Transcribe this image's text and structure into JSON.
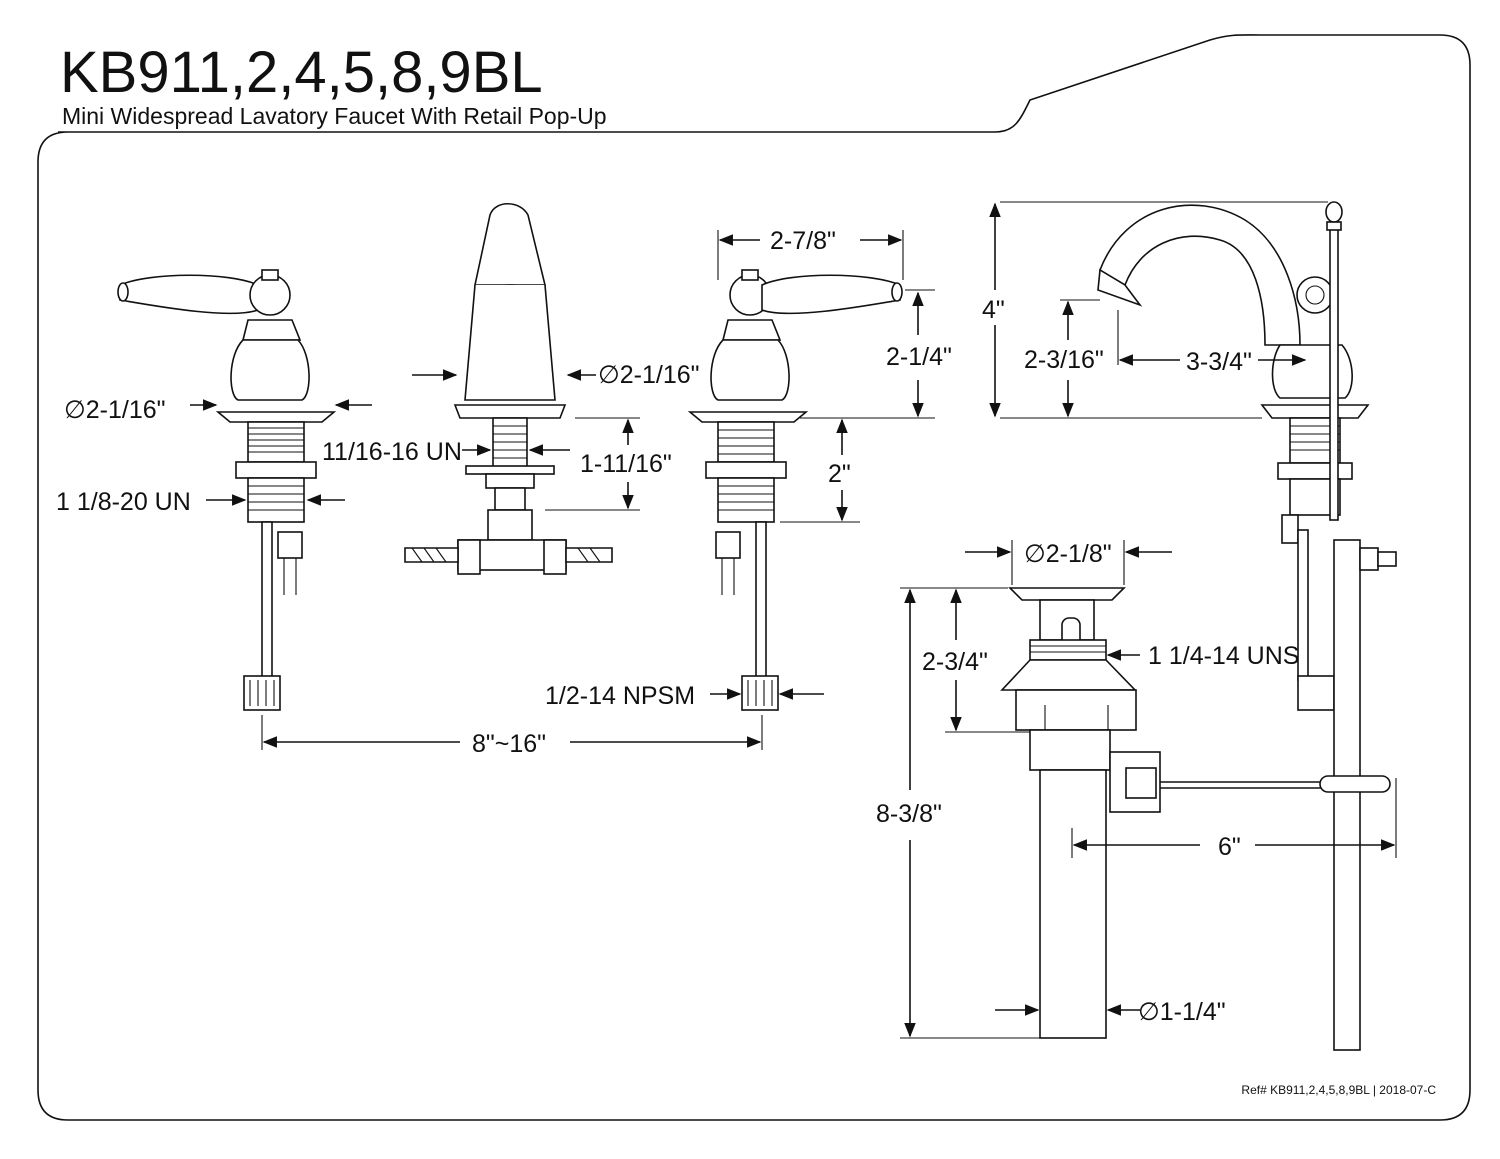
{
  "header": {
    "title": "KB911,2,4,5,8,9BL",
    "subtitle": "Mini Widespread Lavatory Faucet With Retail Pop-Up"
  },
  "dimensions": {
    "handle_left_flange": "∅2-1/16\"",
    "handle_left_thread": "1 1/8-20 UN",
    "spout_flange": "∅2-1/16\"",
    "spout_thread": "11/16-16 UN",
    "spout_shank_length": "1-11/16\"",
    "handle_width": "2-7/8\"",
    "handle_height": "2-1/4\"",
    "handle_shank_length": "2\"",
    "supply_thread": "1/2-14 NPSM",
    "spread": "8\"~16\"",
    "overall_height": "4\"",
    "spout_clearance": "2-3/16\"",
    "spout_reach": "3-3/4\"",
    "drain_flange": "∅2-1/8\"",
    "drain_flange_height": "2-3/4\"",
    "drain_thread": "1 1/4-14 UNS",
    "drain_length": "8-3/8\"",
    "pivot_rod_length": "6\"",
    "tailpiece_diameter": "∅1-1/4\""
  },
  "footer": {
    "reference": "Ref# KB911,2,4,5,8,9BL | 2018-07-C"
  },
  "colors": {
    "ink": "#111111",
    "background": "#ffffff"
  }
}
